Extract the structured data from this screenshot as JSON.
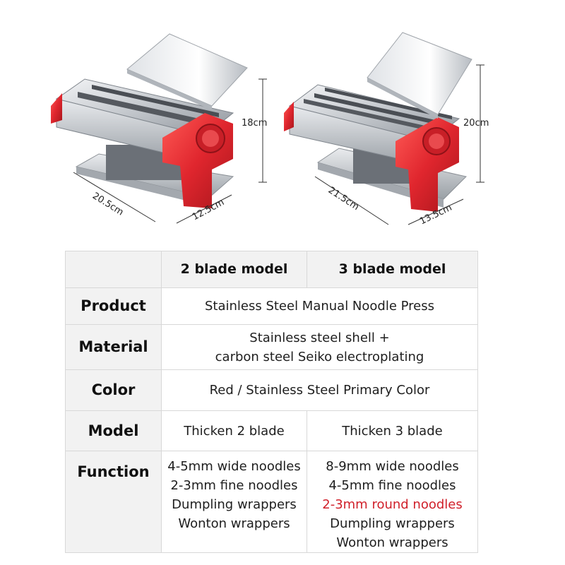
{
  "dimensions": {
    "left_machine": {
      "height": "18cm",
      "width": "20.5cm",
      "depth": "12.5cm"
    },
    "right_machine": {
      "height": "20cm",
      "width": "21.5cm",
      "depth": "13.5cm"
    }
  },
  "table": {
    "headers": [
      "2 blade model",
      "3 blade model"
    ],
    "rows": {
      "product": {
        "label": "Product",
        "value": "Stainless Steel Manual Noodle Press"
      },
      "material": {
        "label": "Material",
        "lines": [
          "Stainless steel shell +",
          "carbon steel Seiko electroplating"
        ]
      },
      "color": {
        "label": "Color",
        "value": "Red / Stainless Steel Primary Color"
      },
      "model": {
        "label": "Model",
        "two_blade": "Thicken 2 blade",
        "three_blade": "Thicken 3 blade"
      },
      "function": {
        "label": "Function",
        "two_blade": [
          "4-5mm  wide noodles",
          "2-3mm fine noodles",
          "Dumpling wrappers",
          "Wonton wrappers"
        ],
        "three_blade": [
          "8-9mm  wide noodles",
          "4-5mm fine noodles",
          "2-3mm round noodles",
          "Dumpling wrappers",
          "Wonton wrappers"
        ]
      }
    }
  },
  "colors": {
    "accent_red": "#d0202a",
    "machine_red": "#e0262e",
    "steel": "#c9ccd1",
    "label_bg": "#f2f2f2"
  }
}
